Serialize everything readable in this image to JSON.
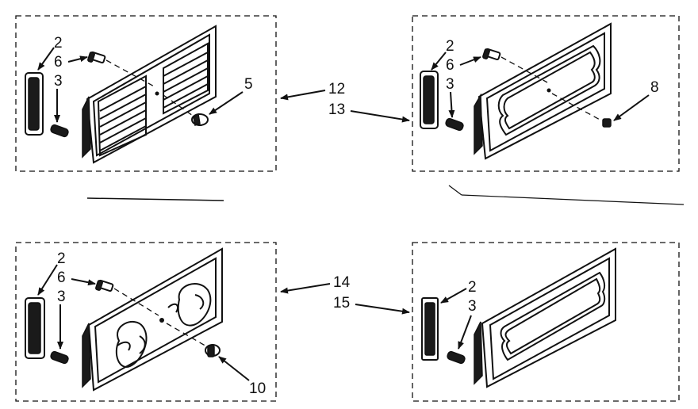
{
  "panels": [
    {
      "id": "grille-panel",
      "labels": [
        "2",
        "6",
        "3",
        "5"
      ]
    },
    {
      "id": "framed-panel",
      "labels": [
        "2",
        "6",
        "3",
        "8"
      ]
    },
    {
      "id": "ornamental-panel",
      "labels": [
        "2",
        "6",
        "3",
        "10"
      ]
    },
    {
      "id": "plain-framed-panel",
      "labels": [
        "2",
        "3"
      ]
    }
  ],
  "callouts": {
    "top": [
      "12",
      "13"
    ],
    "bottom": [
      "14",
      "15"
    ]
  }
}
